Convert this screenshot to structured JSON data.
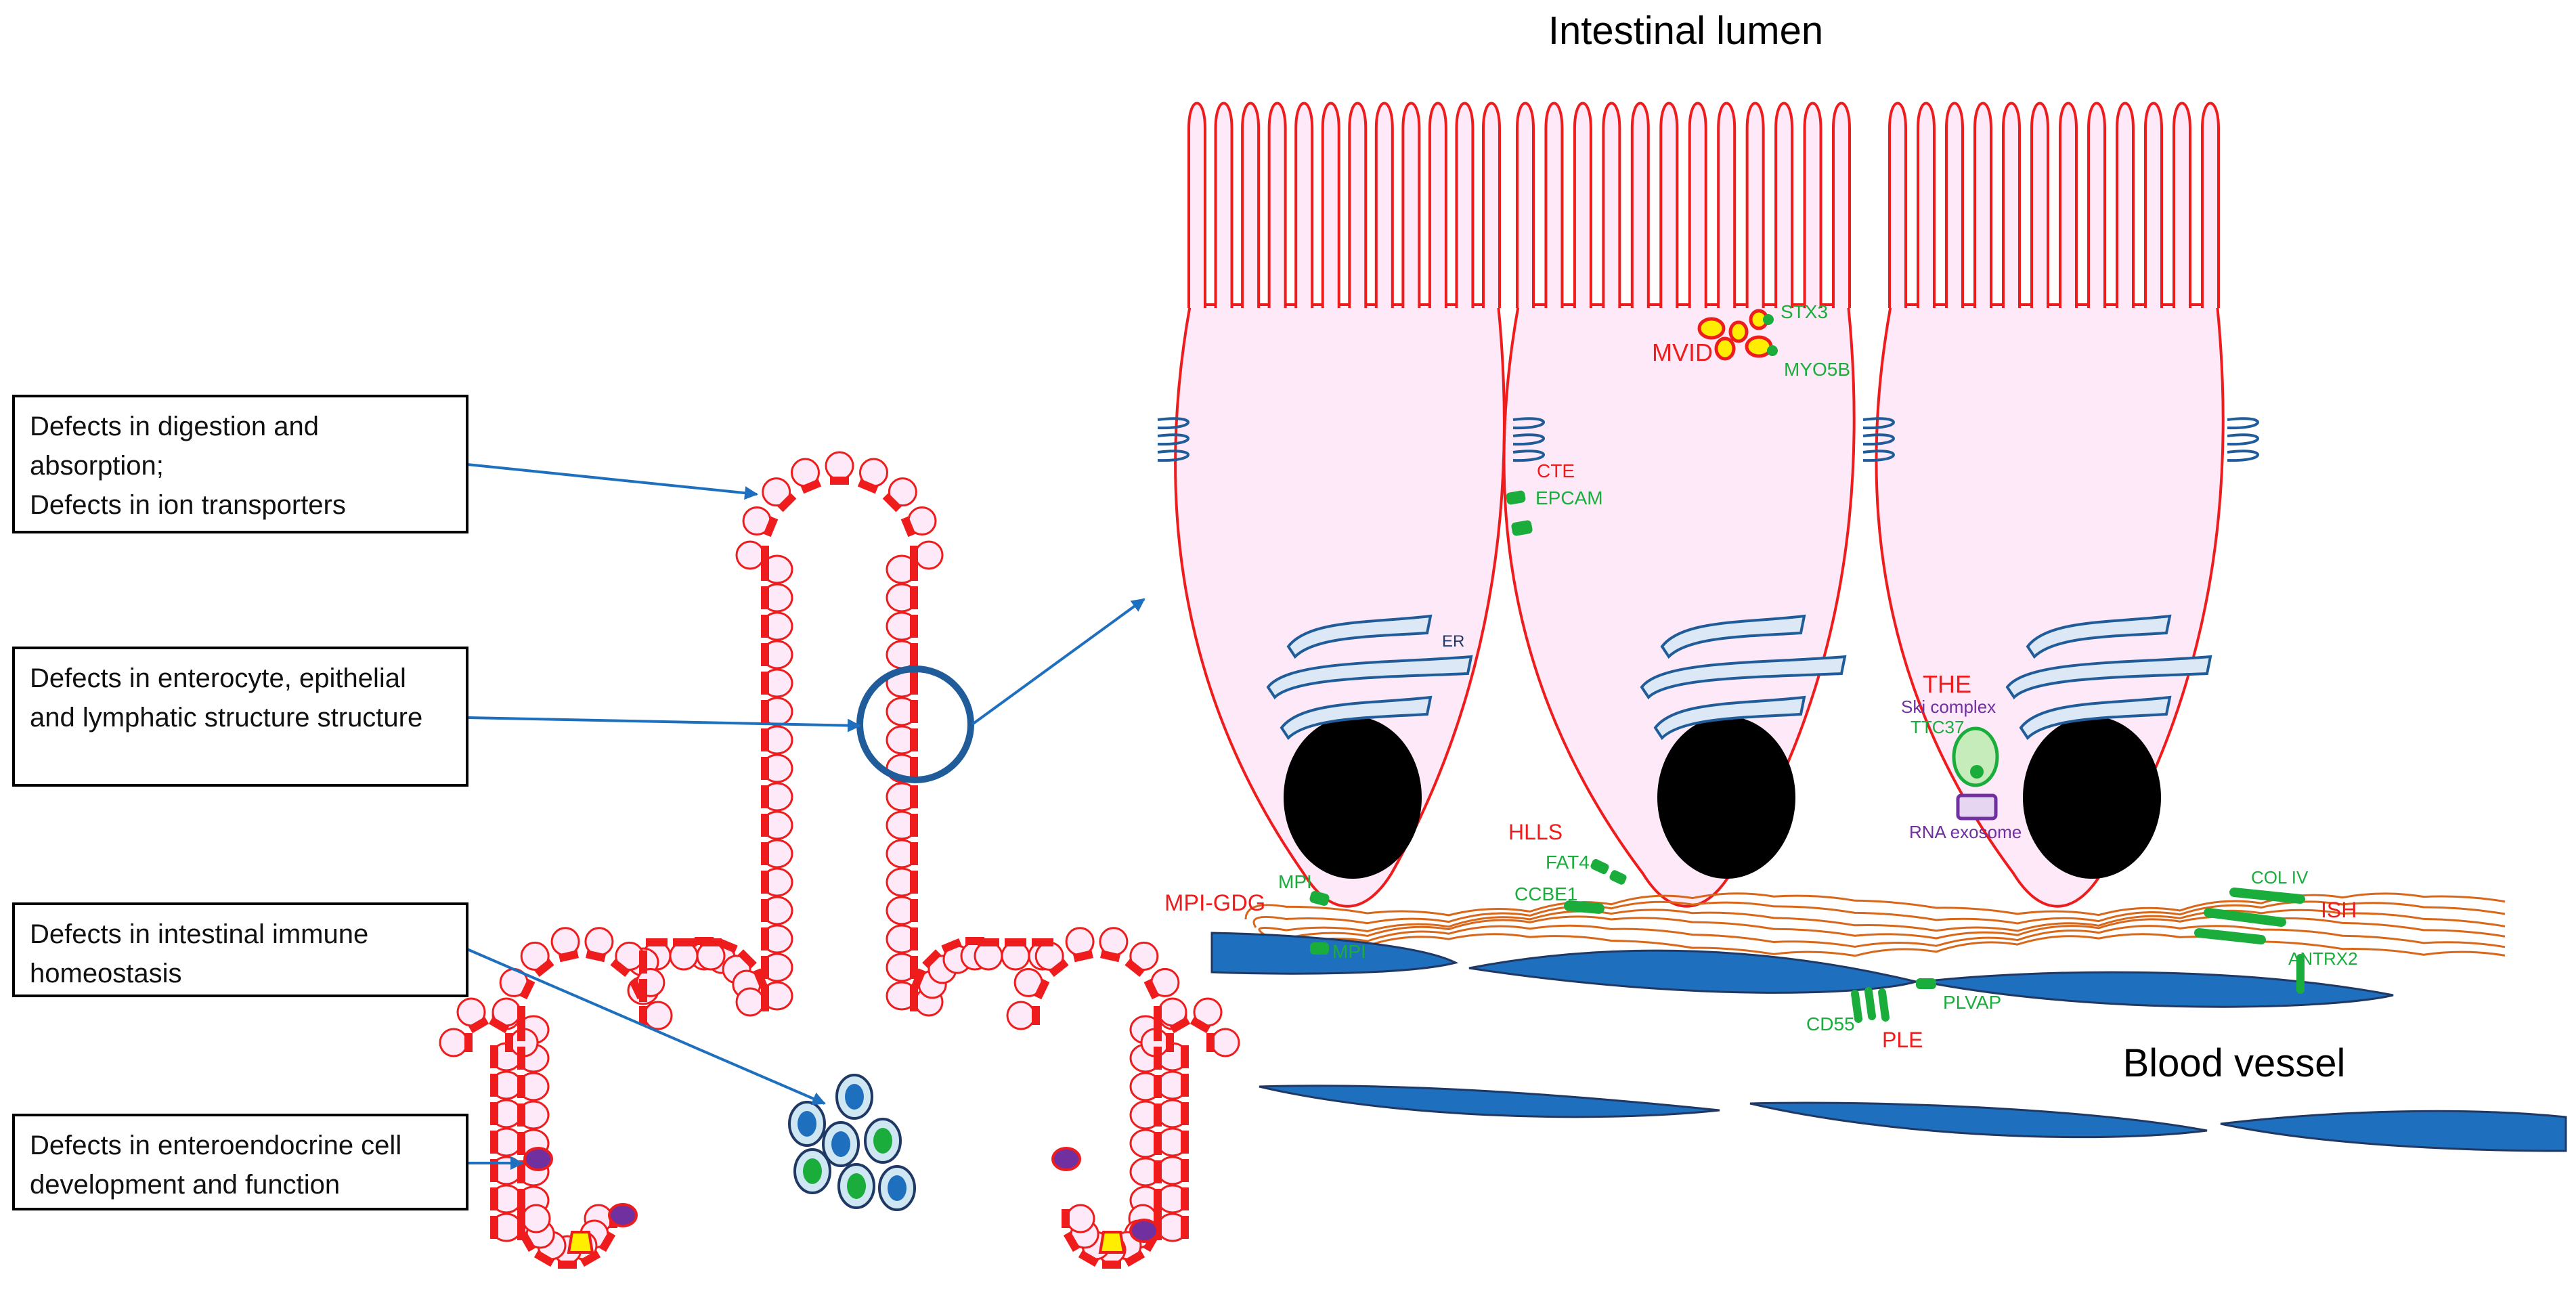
{
  "title_lumen": "Intestinal lumen",
  "title_vessel": "Blood vessel",
  "boxes": [
    "Defects in digestion and absorption;\nDefects in ion transporters",
    "Defects in enterocyte, epithelial and lymphatic structure structure",
    "Defects in intestinal immune homeostasis",
    "Defects in enteroendocrine cell development and function"
  ],
  "labels": {
    "mvid": "MVID",
    "stx3": "STX3",
    "myo5b": "MYO5B",
    "cte": "CTE",
    "epcam": "EPCAM",
    "er": "ER",
    "the": "THE",
    "ski": "Ski complex",
    "ttc37": "TTC37",
    "rna": "RNA exosome",
    "hlls": "HLLS",
    "fat4": "FAT4",
    "ccbe1": "CCBE1",
    "mpi_gdg": "MPI-GDG",
    "mpi_top": "MPI",
    "mpi_bottom": "MPI",
    "col4": "COL IV",
    "ish": "ISH",
    "antrx2": "ANTRX2",
    "cd55": "CD55",
    "ple": "PLE",
    "plvap": "PLVAP"
  },
  "colors": {
    "red": "#ee1c1c",
    "green": "#1aad3c",
    "purple": "#7030a0",
    "navy": "#1f3864",
    "blue": "#1f6fbf",
    "cell_fill": "#fde9f7",
    "orange": "#d9671a",
    "yellow": "#ffee00",
    "black": "#000000"
  }
}
